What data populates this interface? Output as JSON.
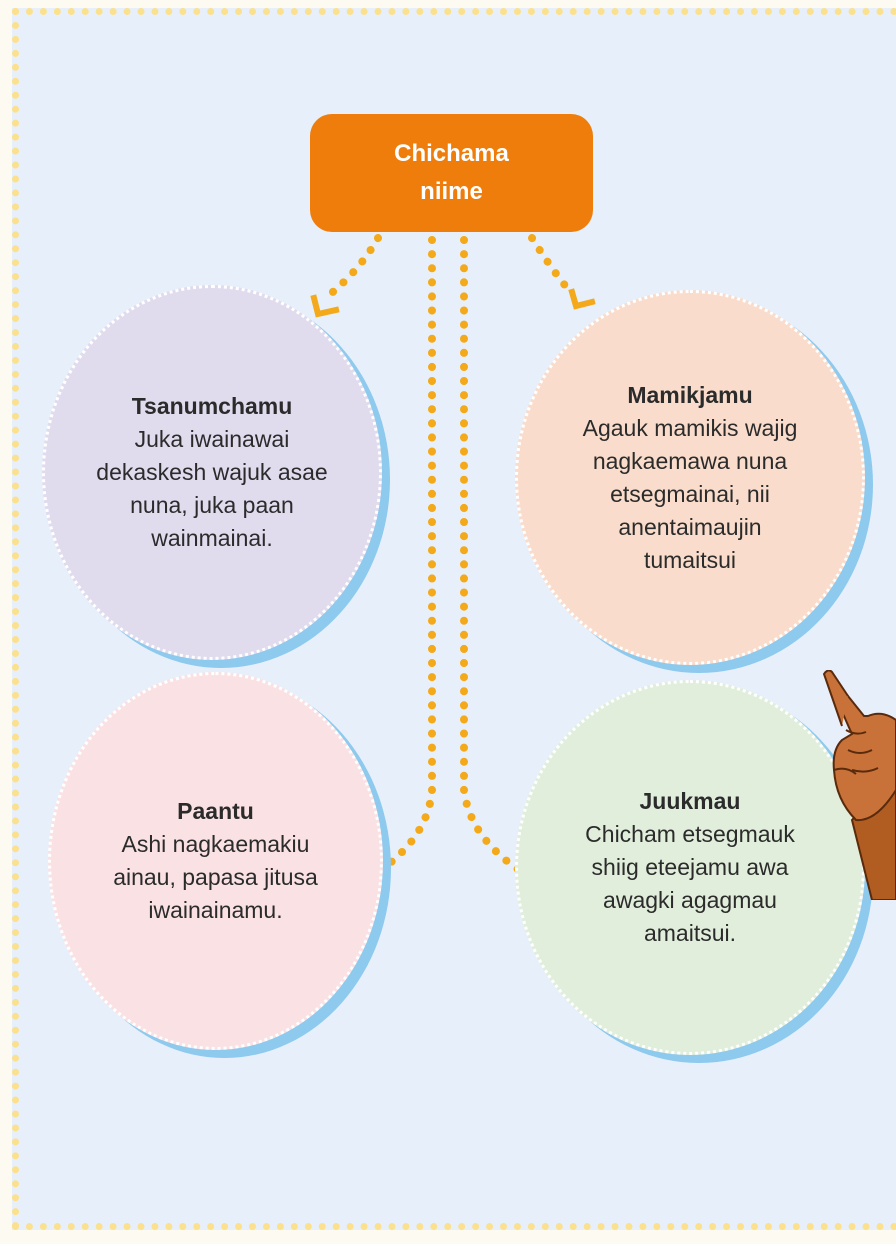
{
  "root": {
    "label": "Chichama niime"
  },
  "nodes": [
    {
      "title": "Tsanumchamu",
      "body": "Juka iwainawai dekaskesh wajuk asae nuna, juka paan wainmainai."
    },
    {
      "title": "Mamikjamu",
      "body": "Agauk mamikis wajig nagkaemawa nuna etsegmainai, nii anentaimaujin tumaitsui"
    },
    {
      "title": "Paantu",
      "body": "Ashi nagkaemakiu ainau, papasa jitusa iwainainamu."
    },
    {
      "title": "Juukmau",
      "body": "Chicham etsegmauk shiig eteejamu awa awagki agagmau amaitsui."
    }
  ],
  "colors": {
    "root": "#ef7d0b",
    "connector": "#f3a91a",
    "background": "#e7f0fa",
    "frame": "#fbe08d",
    "node_1": "#e1dbee",
    "node_2": "#f9dccb",
    "node_3": "#fae2e4",
    "node_4": "#e1eedb",
    "node_shadow": "#8ec9ee"
  },
  "illustration": "pointing-hand"
}
